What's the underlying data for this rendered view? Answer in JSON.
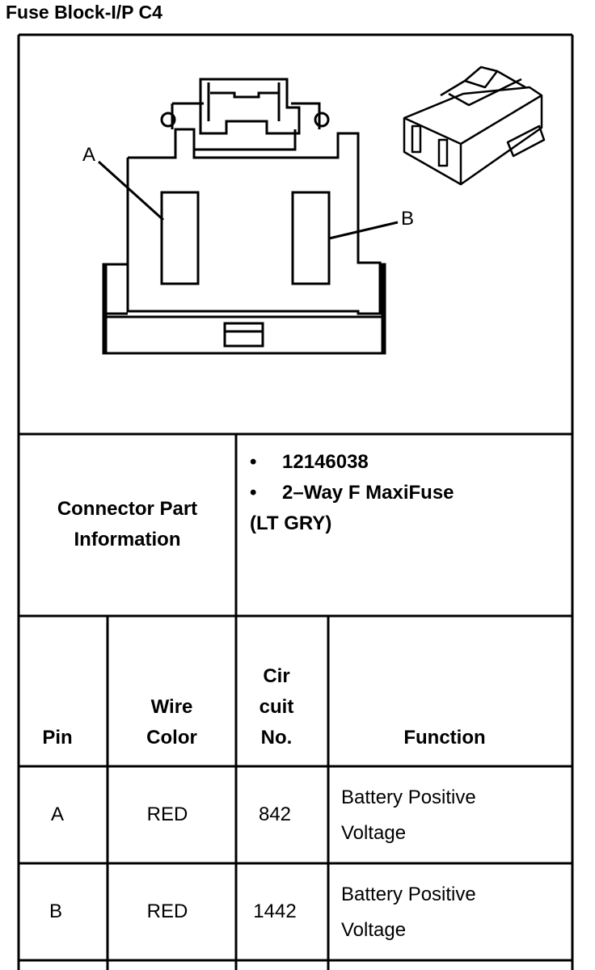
{
  "title": "Fuse Block-I/P C4",
  "diagram": {
    "label_a": "A",
    "label_b": "B"
  },
  "connector_info": {
    "label_line1": "Connector Part",
    "label_line2": "Information",
    "bullet": "•",
    "part_number": "12146038",
    "description_line1": "2–Way F MaxiFuse",
    "description_line2": "(LT GRY)"
  },
  "table": {
    "headers": {
      "pin": "Pin",
      "wire_color_line1": "Wire",
      "wire_color_line2": "Color",
      "circuit_line1": "Cir",
      "circuit_line2": "cuit",
      "circuit_line3": "No.",
      "function": "Function"
    },
    "rows": [
      {
        "pin": "A",
        "wire_color": "RED",
        "circuit": "842",
        "function_line1": "Battery Positive",
        "function_line2": "Voltage"
      },
      {
        "pin": "B",
        "wire_color": "RED",
        "circuit": "1442",
        "function_line1": "Battery Positive",
        "function_line2": "Voltage"
      }
    ]
  }
}
